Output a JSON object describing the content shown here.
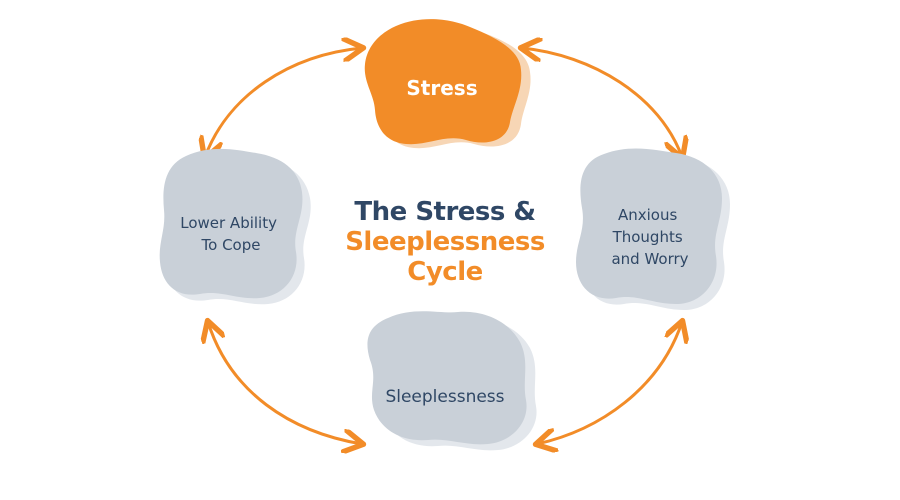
{
  "diagram": {
    "title_line1": "The Stress &",
    "title_line2": "Sleeplessness",
    "title_line3": "Cycle",
    "nodes": {
      "stress": "Stress",
      "anxious": [
        "Anxious",
        "Thoughts",
        "and Worry"
      ],
      "sleeplessness": "Sleeplessness",
      "lower_ability": [
        "Lower Ability",
        "To Cope"
      ]
    },
    "colors": {
      "orange": "#F28C28",
      "navy": "#2F4765",
      "gray_blob": "#C9D0D8",
      "gray_shadow": "#E3E7EC",
      "orange_shadow": "#F7D6B5",
      "arrow": "#F28C28"
    }
  }
}
